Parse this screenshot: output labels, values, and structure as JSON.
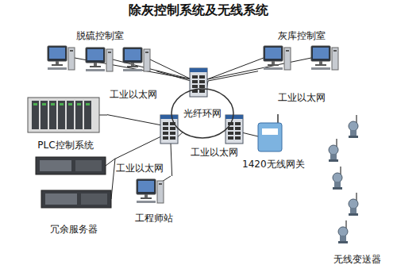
{
  "diagram": {
    "title": "除灰控制系统及无线系统",
    "nodes": [
      {
        "text": [
          "脱硫控制室"
        ]
      },
      {
        "text": [
          "灰库控制室"
        ]
      },
      {
        "text": [
          "光纤环网"
        ]
      },
      {
        "text": [
          "PLC控制系统"
        ]
      },
      {
        "text": [
          "冗余服务器"
        ]
      },
      {
        "text": [
          "工程师站"
        ]
      },
      {
        "text": [
          "1420无线网关"
        ]
      },
      {
        "text": [
          "无线变送器"
        ]
      }
    ],
    "edges": [
      {
        "from": 0,
        "to": 2,
        "arrow": "none"
      },
      {
        "from": 1,
        "to": 2,
        "arrow": "none"
      },
      {
        "from": 3,
        "to": 2,
        "arrow": "none"
      },
      {
        "from": 4,
        "to": 2,
        "arrow": "none"
      },
      {
        "from": 5,
        "to": 2,
        "arrow": "none"
      },
      {
        "from": 6,
        "to": 2,
        "arrow": "none"
      }
    ],
    "labels": [
      "工业以太网",
      "工业以太网",
      "工业以太网",
      "工业以太网"
    ]
  }
}
